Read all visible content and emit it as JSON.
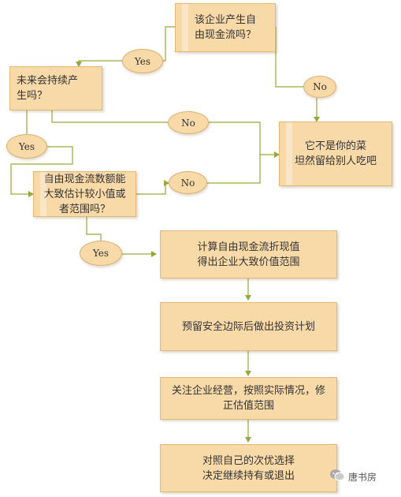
{
  "flowchart": {
    "q_free_cash_flow": "该企业产生自\n由现金流吗？",
    "q_sustainable": "未来会持续产\n生吗？",
    "q_estimate": "自由现金流数额能\n大致估计较小值或\n者范围吗？",
    "not_for_you": "它不是你的菜\n坦然留给别人吃吧",
    "step_calc": "计算自由现金流折现值\n得出企业大致价值范围",
    "step_margin": "预留安全边际后做出投资计划",
    "step_monitor": "关注企业经营，按照实际情况，修\n正估值范围",
    "step_compare": "对照自己的次优选择\n决定继续持有或退出",
    "yes_label": "Yes",
    "no_label": "No"
  },
  "watermark": {
    "text": "唐书房",
    "icon": "wechat-icon"
  },
  "colors": {
    "box_fill": "#f8d9a8",
    "box_border": "#e5b777",
    "connector": "#9aa63c"
  }
}
